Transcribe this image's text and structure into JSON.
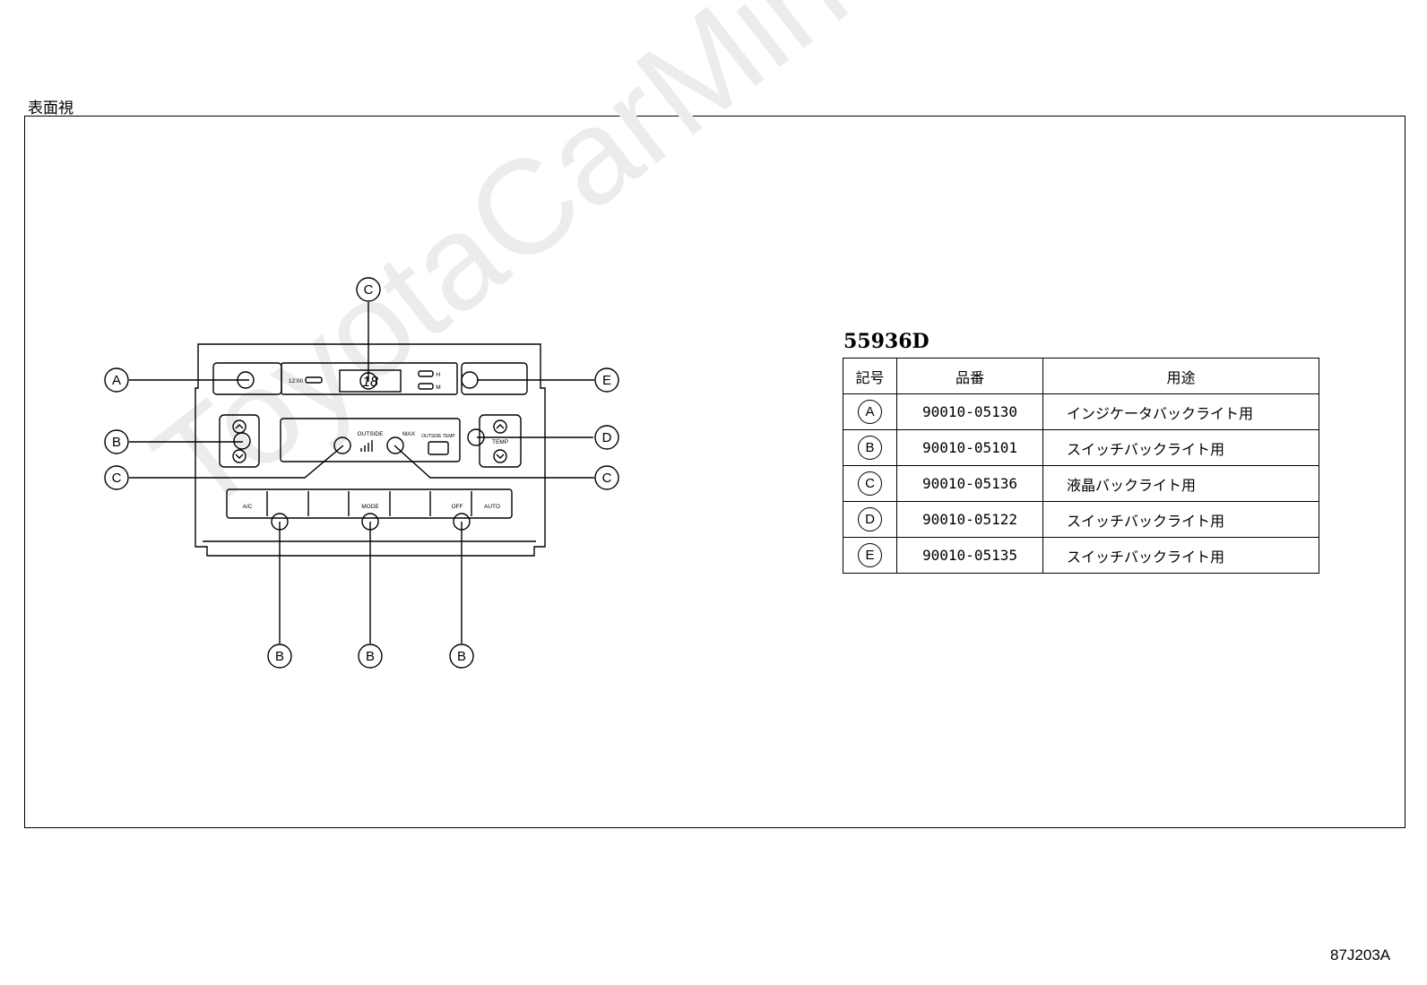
{
  "view_label": "表面視",
  "watermark": "ToyotaCarMine.ru",
  "diagram": {
    "callouts": [
      {
        "id": "callout-c-top",
        "letter": "C"
      },
      {
        "id": "callout-a",
        "letter": "A"
      },
      {
        "id": "callout-e",
        "letter": "E"
      },
      {
        "id": "callout-b-left",
        "letter": "B"
      },
      {
        "id": "callout-d",
        "letter": "D"
      },
      {
        "id": "callout-c-left",
        "letter": "C"
      },
      {
        "id": "callout-c-right",
        "letter": "C"
      },
      {
        "id": "callout-b-bottom-1",
        "letter": "B"
      },
      {
        "id": "callout-b-bottom-2",
        "letter": "B"
      },
      {
        "id": "callout-b-bottom-3",
        "letter": "B"
      }
    ],
    "panel_labels": {
      "temp": "TEMP",
      "auto": "AUTO",
      "off": "OFF",
      "mode": "MODE",
      "ac": "A/C",
      "outside": "OUTSIDE",
      "max": "MAX",
      "outside_temp": "OUTSIDE TEMP",
      "h": "H",
      "m": "M",
      "clock": "12:00",
      "temp_display": "18"
    }
  },
  "table": {
    "title": "55936D",
    "headers": {
      "symbol": "記号",
      "part_number": "品番",
      "usage": "用途"
    },
    "rows": [
      {
        "symbol": "A",
        "part_number": "90010-05130",
        "usage": "インジケータバックライト用"
      },
      {
        "symbol": "B",
        "part_number": "90010-05101",
        "usage": "スイッチバックライト用"
      },
      {
        "symbol": "C",
        "part_number": "90010-05136",
        "usage": "液晶バックライト用"
      },
      {
        "symbol": "D",
        "part_number": "90010-05122",
        "usage": "スイッチバックライト用"
      },
      {
        "symbol": "E",
        "part_number": "90010-05135",
        "usage": "スイッチバックライト用"
      }
    ]
  },
  "doc_code": "87J203A"
}
